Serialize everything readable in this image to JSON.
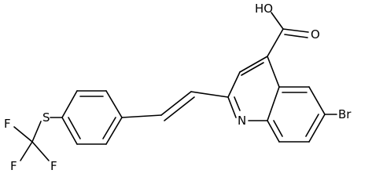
{
  "molecule": {
    "atoms": {
      "carboxyl_oh": "HO",
      "carbonyl_o": "O",
      "ring_n": "N",
      "bromine": "Br",
      "sulfur": "S",
      "fluorine_top": "F",
      "fluorine_left": "F",
      "fluorine_bottom": "F"
    }
  }
}
